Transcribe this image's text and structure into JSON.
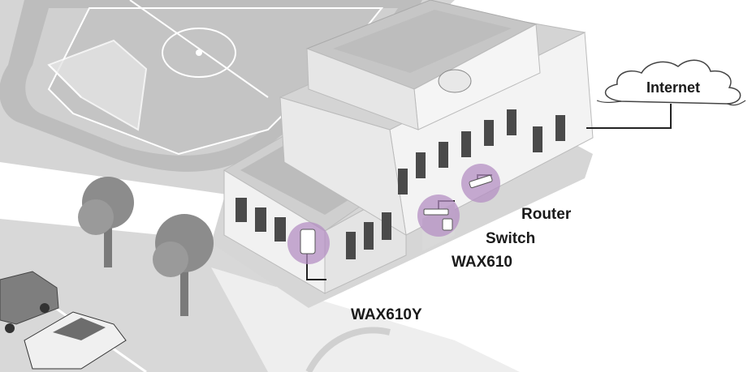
{
  "labels": {
    "internet": "Internet",
    "router": "Router",
    "switch": "Switch",
    "wax610": "WAX610",
    "wax610y": "WAX610Y"
  },
  "colors": {
    "highlight": "#b48fc3",
    "ground": "#d9d9d9",
    "roof": "#cfcfcf",
    "wall": "#f3f3f3",
    "window": "#4a4a4a",
    "tree": "#8c8c8c",
    "line": "#222222"
  }
}
